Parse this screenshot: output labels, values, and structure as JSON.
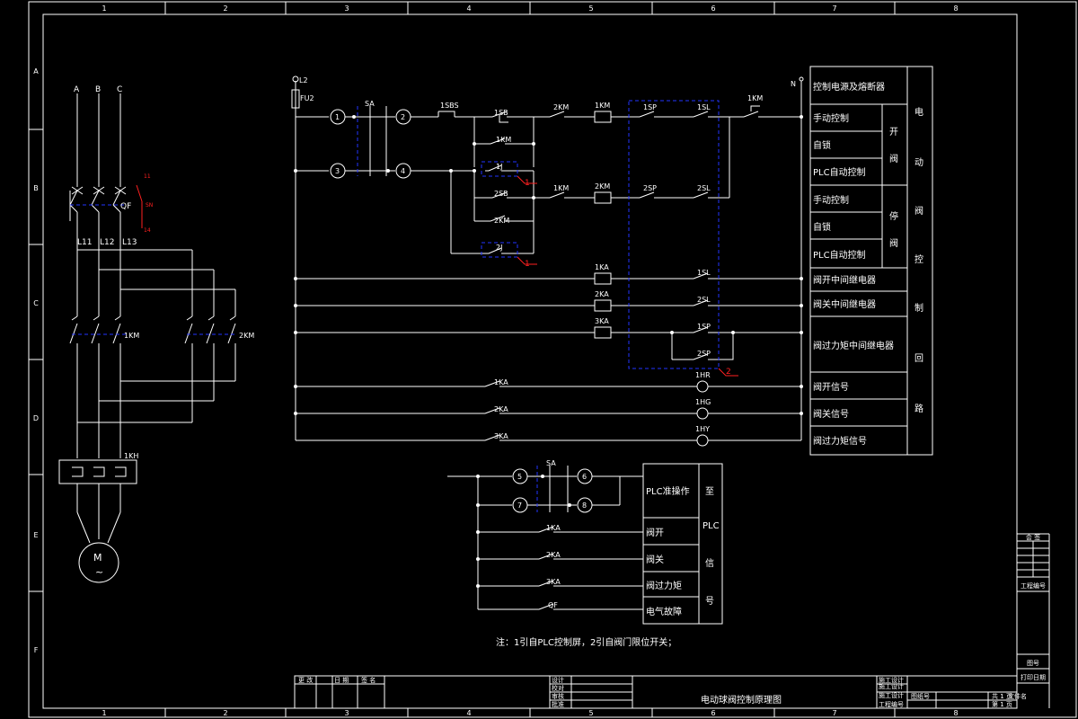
{
  "frame": {
    "col_numbers": [
      "1",
      "2",
      "3",
      "4",
      "5",
      "6",
      "7",
      "8"
    ],
    "row_letters": [
      "A",
      "B",
      "C",
      "D",
      "E",
      "F"
    ]
  },
  "motor_circuit": {
    "phases": [
      "A",
      "B",
      "C"
    ],
    "breaker": "QF",
    "breaker_mark_1": "11",
    "breaker_mark_2": "SN",
    "breaker_mark_3": "14",
    "lines": [
      "L11",
      "L12",
      "L13"
    ],
    "contactor_open": "1KM",
    "contactor_close": "2KM",
    "thermal": "1KH",
    "motor_letter": "M",
    "motor_symbol": "~"
  },
  "control_circuit": {
    "supply": "L2",
    "fuse": "FU2",
    "neutral": "N",
    "selector": "SA",
    "terminals": [
      "1",
      "2",
      "3",
      "4",
      "5",
      "6",
      "7",
      "8"
    ],
    "stop_button": "1SBS",
    "open_button": "1SB",
    "open_hold": "1KM",
    "open_interlock": "2KM",
    "open_coil": "1KM",
    "open_torque": "1SP",
    "open_limit": "1SL",
    "open_status": "1KM",
    "plc_open_relay": "1J",
    "close_button": "2SB",
    "close_hold": "2KM",
    "close_interlock": "1KM",
    "close_coil": "2KM",
    "close_torque": "2SP",
    "close_limit": "2SL",
    "plc_close_relay": "2J",
    "relay_1": "1KA",
    "relay_2": "2KA",
    "relay_3": "3KA",
    "limit_1": "1SL",
    "limit_2": "2SL",
    "torque_1": "1SP",
    "torque_2": "2SP",
    "lamp_1": "1HR",
    "lamp_2": "1HG",
    "lamp_3": "1HY",
    "note_1": "1",
    "note_2": "2"
  },
  "control_table": {
    "header": "控制电源及熔断器",
    "side_title": [
      "电",
      "动",
      "阀",
      "控",
      "制",
      "回",
      "路"
    ],
    "open_group": [
      "开",
      "阀"
    ],
    "close_group": [
      "停",
      "阀"
    ],
    "rows": [
      "手动控制",
      "自锁",
      "PLC自动控制",
      "手动控制",
      "自锁",
      "PLC自动控制",
      "阀开中间继电器",
      "阀关中间继电器",
      "阀过力矩中间继电器",
      "阀开信号",
      "阀关信号",
      "阀过力矩信号"
    ]
  },
  "plc_signal": {
    "selector": "SA",
    "contacts": [
      "1KA",
      "2KA",
      "3KA",
      "QF"
    ],
    "table_rows": [
      "PLC准操作",
      "阀开",
      "阀关",
      "阀过力矩",
      "电气故障"
    ],
    "side_label": [
      "至",
      "PLC",
      "信",
      "号"
    ]
  },
  "note": "注：1引自PLC控制屏，2引自阀门限位开关；",
  "title_block": {
    "left_headers": [
      "更 改",
      "日 期",
      "签 名"
    ],
    "roles": [
      "设计",
      "校对",
      "审核",
      "批准"
    ],
    "right_roles": [
      "施工设计",
      "施工设计",
      "施工设计",
      "工程编号"
    ],
    "drawing_title": "电动球阀控制原理图",
    "doc_no_label": "图纸号",
    "sheet_total": "共 1 页",
    "sheet_current": "第 1 页",
    "file_name": "文件名"
  },
  "side_panel": {
    "label_1": "会 签",
    "label_2": "工程编号",
    "label_3": "图号",
    "label_4": "打印日期"
  }
}
